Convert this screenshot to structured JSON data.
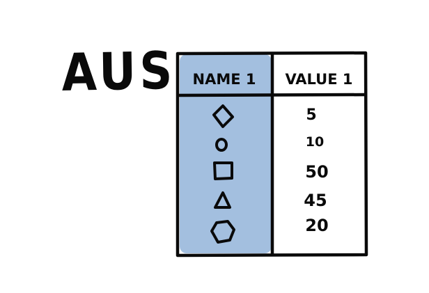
{
  "title": "AUS",
  "table": {
    "headers": [
      "NAME 1",
      "VALUE 1"
    ],
    "rows": [
      {
        "shape": "diamond-icon",
        "value": "5"
      },
      {
        "shape": "circle-icon",
        "value": "10"
      },
      {
        "shape": "square-icon",
        "value": "50"
      },
      {
        "shape": "triangle-icon",
        "value": "45"
      },
      {
        "shape": "hexagon-icon",
        "value": "20"
      }
    ]
  },
  "colors": {
    "highlight": "#a3bfdf",
    "ink": "#0a0a0a",
    "background": "#ffffff"
  }
}
